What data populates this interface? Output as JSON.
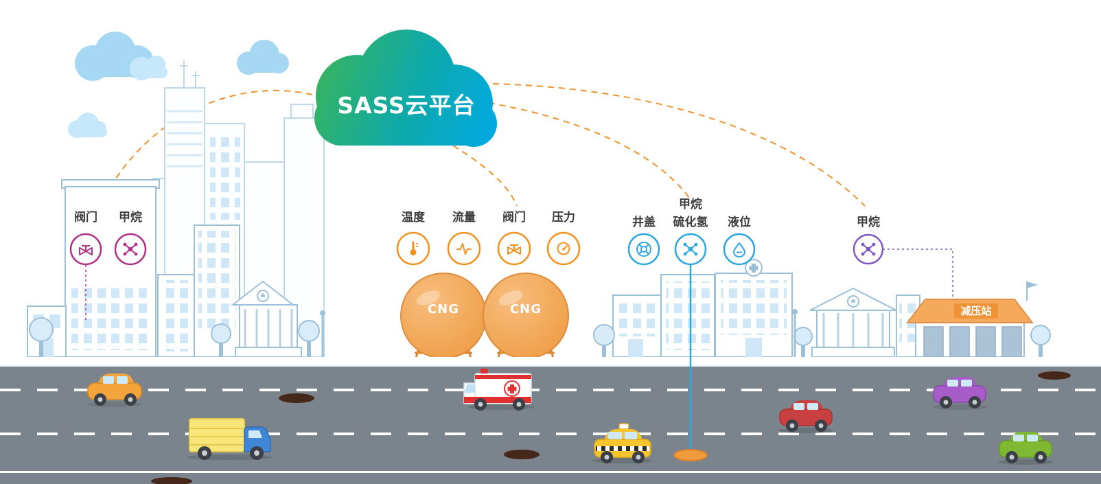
{
  "cloud": {
    "label": "SASS云平台"
  },
  "groups": [
    {
      "name": "city-monitoring",
      "color": "#b23286",
      "sensors": [
        {
          "label": "阀门",
          "icon": "valve-icon"
        },
        {
          "label": "甲烷",
          "icon": "methane-molecule-icon"
        }
      ]
    },
    {
      "name": "cng-tank-monitoring",
      "color": "#f2911d",
      "sensors": [
        {
          "label": "温度",
          "icon": "thermometer-icon"
        },
        {
          "label": "流量",
          "icon": "flow-wave-icon"
        },
        {
          "label": "阀门",
          "icon": "valve-icon"
        },
        {
          "label": "压力",
          "icon": "pressure-gauge-icon"
        }
      ]
    },
    {
      "name": "manhole-monitoring",
      "color": "#2da7e0",
      "sensors": [
        {
          "label": "井盖",
          "icon": "manhole-cover-icon"
        },
        {
          "label": "甲烷",
          "label2": "硫化氢",
          "icon": "gas-molecule-icon"
        },
        {
          "label": "液位",
          "icon": "liquid-level-icon"
        }
      ]
    },
    {
      "name": "pressure-station-monitoring",
      "color": "#7e57c2",
      "sensors": [
        {
          "label": "甲烷",
          "icon": "methane-molecule-icon"
        }
      ]
    }
  ],
  "tanks": {
    "label": "CNG",
    "color": "#f0a04c"
  },
  "station": {
    "label": "减压站",
    "roof_color": "#f5a95a"
  },
  "colors": {
    "cloud_gradient_start": "#35b364",
    "cloud_gradient_end": "#00a9e0",
    "dashed_link": "#f0922b",
    "road": "#7b848c",
    "sky_cloud": "#a6d8f3",
    "building_outline": "#9cc0d8"
  }
}
